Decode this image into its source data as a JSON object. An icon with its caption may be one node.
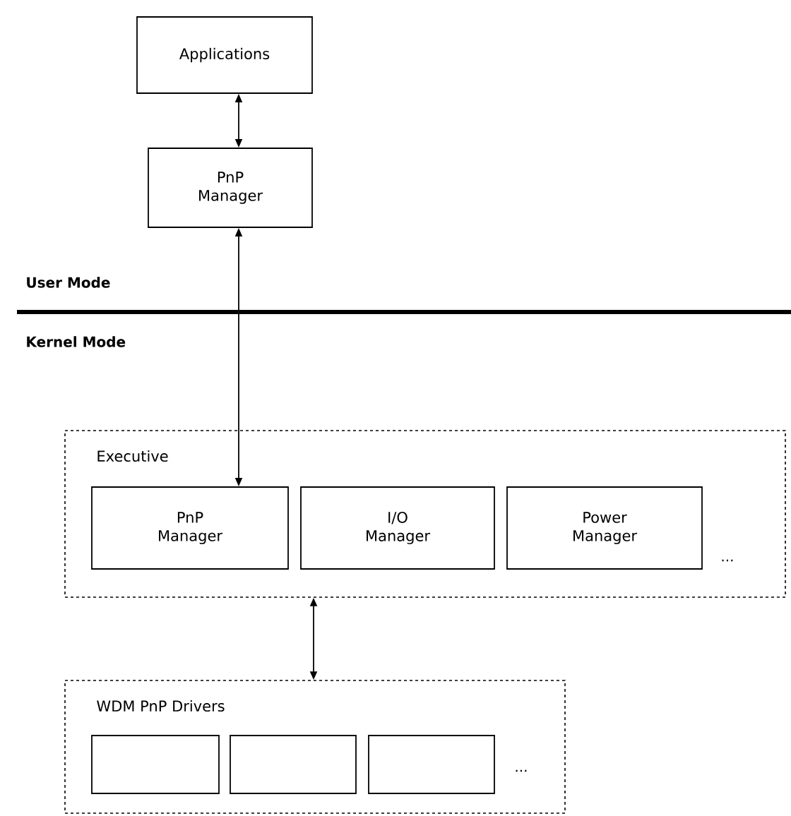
{
  "diagram": {
    "nodes": [
      {
        "text": [
          "Applications"
        ]
      },
      {
        "text": [
          "PnP Manager"
        ]
      },
      {
        "text": [
          "Executive"
        ]
      },
      {
        "text": [
          "PnP Manager"
        ],
        "in": 2
      },
      {
        "text": [
          "I/O Manager"
        ],
        "in": 2
      },
      {
        "text": [
          "Power Manager"
        ],
        "in": 2
      },
      {
        "text": [
          "WDM PnP Drivers"
        ]
      },
      {
        "text": [],
        "shape": "box",
        "in": 6
      },
      {
        "text": [],
        "shape": "box",
        "in": 6
      },
      {
        "text": [],
        "shape": "box",
        "in": 6
      }
    ],
    "edges": [
      {
        "from": 0,
        "to": 1,
        "arrow": "both"
      },
      {
        "from": 1,
        "to": 3,
        "arrow": "both"
      },
      {
        "from": 2,
        "to": 6,
        "arrow": "both"
      }
    ],
    "labels": [
      "User Mode",
      "Kernel Mode",
      "...",
      "..."
    ]
  }
}
